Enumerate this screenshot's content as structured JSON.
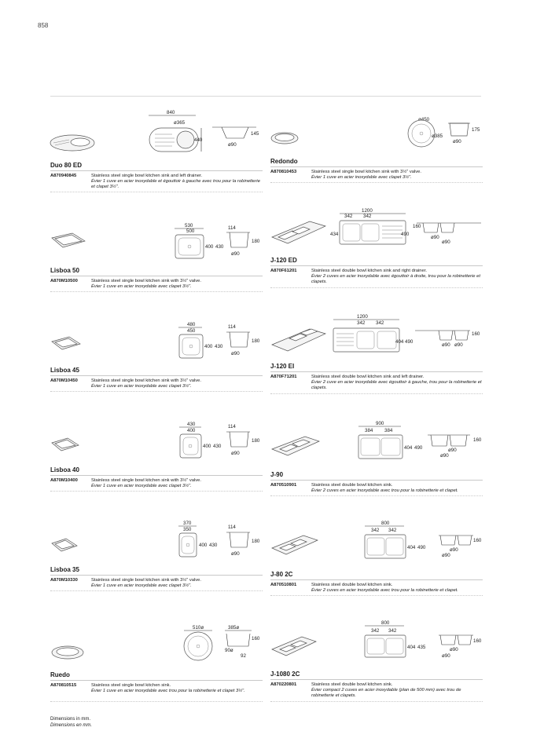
{
  "page_number": "858",
  "products": [
    {
      "name": "Duo 80 ED",
      "code": "A870940845",
      "description_en": "Stainless steel single bowl kitchen sink and left drainer.",
      "description_fr": "Évier 1 cuve en acier inoxydable et égouttoir à gauche avec trou pour la robinetterie et clapet 3½\".",
      "dimensions": [
        "840",
        "ø365",
        "440",
        "145",
        "ø90"
      ]
    },
    {
      "name": "Redondo",
      "code": "A870810453",
      "description_en": "Stainless steel single bowl kitchen sink with 3½\" valve.",
      "description_fr": "Évier 1 cuve en acier inoxydable avec clapet 3½\".",
      "dimensions": [
        "ø450",
        "ø385",
        "175",
        "ø90"
      ]
    },
    {
      "name": "Lisboa 50",
      "code": "A870M10500",
      "description_en": "Stainless steel single bowl kitchen sink with 3½\" valve.",
      "description_fr": "Évier 1 cuve en acier inoxydable avec clapet 3½\".",
      "dimensions": [
        "530",
        "500",
        "400",
        "430",
        "114",
        "180",
        "ø90"
      ]
    },
    {
      "name": "J-120 ED",
      "code": "A870F61201",
      "description_en": "Stainless steel double bowl kitchen sink and right drainer.",
      "description_fr": "Évier 2 cuves en acier inoxydable avec égouttoir à droite, trou pour la robinetterie et clapets.",
      "dimensions": [
        "1200",
        "342",
        "342",
        "434",
        "490",
        "160",
        "ø90",
        "ø90"
      ]
    },
    {
      "name": "Lisboa 45",
      "code": "A870M10450",
      "description_en": "Stainless steel single bowl kitchen sink with 3½\" valve.",
      "description_fr": "Évier 1 cuve en acier inoxydable avec clapet 3½\".",
      "dimensions": [
        "480",
        "450",
        "400",
        "430",
        "114",
        "180",
        "ø90"
      ]
    },
    {
      "name": "J-120 EI",
      "code": "A870F71201",
      "description_en": "Stainless steel double bowl kitchen sink and left drainer.",
      "description_fr": "Évier 2 cuve en acier inoxydable avec égouttoir à gauche, trou pour la robinetterie et clapets.",
      "dimensions": [
        "1200",
        "342",
        "342",
        "404",
        "490",
        "160",
        "ø90",
        "ø90"
      ]
    },
    {
      "name": "Lisboa 40",
      "code": "A870M10400",
      "description_en": "Stainless steel single bowl kitchen sink with 3½\" valve.",
      "description_fr": "Évier 1 cuve en acier inoxydable avec clapet 3½\".",
      "dimensions": [
        "430",
        "400",
        "400",
        "430",
        "114",
        "180",
        "ø90"
      ]
    },
    {
      "name": "J-90",
      "code": "A870510901",
      "description_en": "Stainless steel double bowl kitchen sink.",
      "description_fr": "Évier 2 cuves en acier inoxydable avec trou pour la robinetterie et clapet.",
      "dimensions": [
        "900",
        "384",
        "384",
        "404",
        "490",
        "160",
        "ø90",
        "ø90"
      ]
    },
    {
      "name": "Lisboa 35",
      "code": "A870M10330",
      "description_en": "Stainless steel single bowl kitchen sink with 3½\" valve.",
      "description_fr": "Évier 1 cuve en acier inoxydable avec clapet 3½\".",
      "dimensions": [
        "370",
        "350",
        "400",
        "430",
        "114",
        "180",
        "ø90"
      ]
    },
    {
      "name": "J-80 2C",
      "code": "A870510801",
      "description_en": "Stainless steel double bowl kitchen sink.",
      "description_fr": "Évier 2 cuves en acier inoxydable avec trou pour la robinetterie et clapet.",
      "dimensions": [
        "800",
        "342",
        "342",
        "404",
        "490",
        "160",
        "ø90",
        "ø90"
      ]
    },
    {
      "name": "Ruedo",
      "code": "A870810515",
      "description_en": "Stainless steel single bowl kitchen sink.",
      "description_fr": "Évier 1 cuve en acier inoxydable avec trou pour la robinetterie et clapet 3½\".",
      "dimensions": [
        "510ø",
        "385ø",
        "160",
        "90ø",
        "92"
      ]
    },
    {
      "name": "J-1080 2C",
      "code": "A870220801",
      "description_en": "Stainless steel double  bowl kitchen sink.",
      "description_fr": "Évier compact 2 cuves en acier inoxydable (plan de 500 mm) avec trou de robinetterie et clapets.",
      "dimensions": [
        "800",
        "342",
        "342",
        "404",
        "435",
        "160",
        "ø90",
        "ø90"
      ]
    }
  ],
  "footer": {
    "en": "Dimensions in mm.",
    "fr": "Dimensions en mm."
  }
}
